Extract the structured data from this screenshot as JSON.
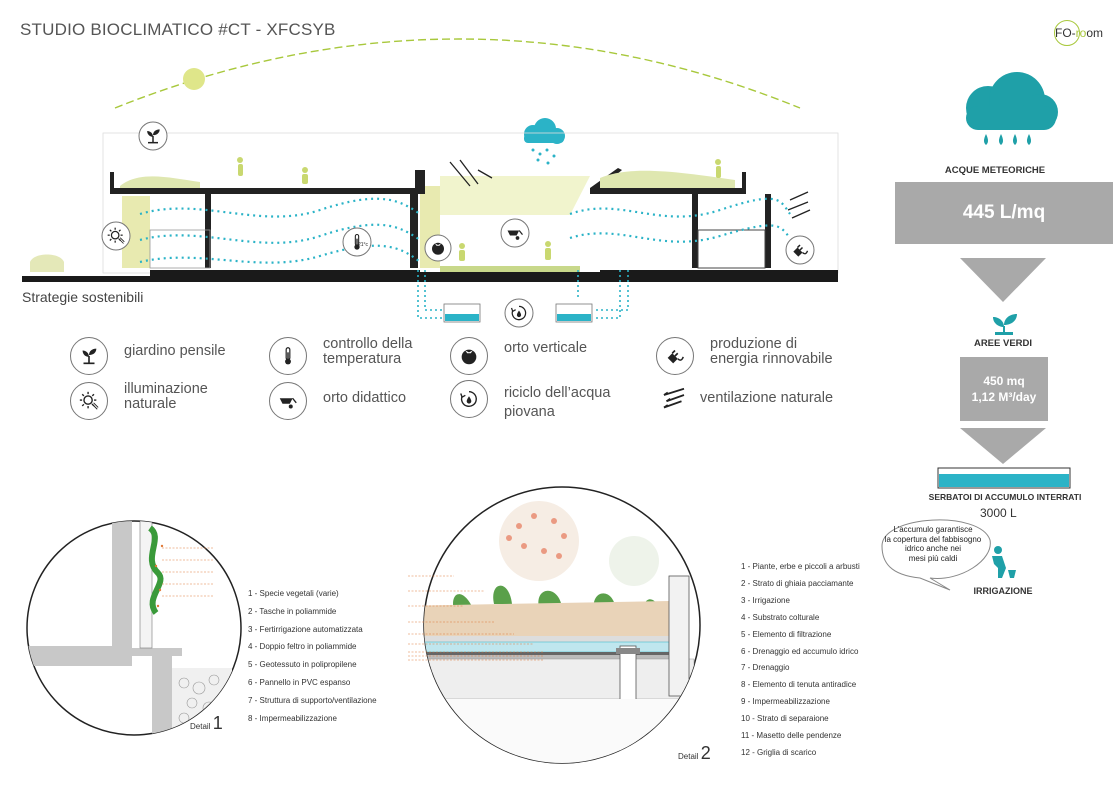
{
  "header": {
    "title": "STUDIO BIOCLIMATICO  #CT - XFCSYB",
    "logo_text_a": "FO-",
    "logo_text_b": "ro",
    "logo_text_c": "om"
  },
  "section": {
    "label": "Strategie sostenibili",
    "thermo_text": "21°c"
  },
  "legend": [
    {
      "icon": "plant-icon",
      "label": "giardino pensile"
    },
    {
      "icon": "thermometer-icon",
      "label": "controllo della\ntemperatura"
    },
    {
      "icon": "tomato-icon",
      "label": "orto verticale"
    },
    {
      "icon": "energy-plug-icon",
      "label": "produzione di\nenergia rinnovabile"
    },
    {
      "icon": "sun-icon",
      "label": "illuminazione\nnaturale"
    },
    {
      "icon": "wheelbarrow-icon",
      "label": "orto didattico"
    },
    {
      "icon": "water-recycle-icon",
      "label": "riciclo dell’acqua\npiovana"
    },
    {
      "icon": "wind-icon",
      "label": "ventilazione naturale"
    }
  ],
  "flow": {
    "rain_label": "ACQUE METEORICHE",
    "rain_value": "445 L/mq",
    "green_label": "AREE VERDI",
    "green_value_1": "450 mq",
    "green_value_2": "1,12 M³/day",
    "tank_label": "SERBATOI DI ACCUMULO INTERRATI",
    "tank_value": "3000 L",
    "bubble_text": "L’accumulo garantisce\nla copertura del  fabbisogno\nidrico anche nei\nmesi più caldi",
    "irrigation_label": "IRRIGAZIONE"
  },
  "detail1": {
    "label": "Detail",
    "number": "1",
    "items": [
      "1 - Specie vegetali (varie)",
      "2 - Tasche in poliammide",
      "3 - Fertirrigazione automatizzata",
      "4 - Doppio feltro in poliammide",
      "5 - Geotessuto in polipropilene",
      "6 - Pannello in PVC espanso",
      "7 - Struttura di supporto/ventilazione",
      "8 - Impermeabilizzazione"
    ]
  },
  "detail2": {
    "label": "Detail",
    "number": "2",
    "items": [
      "1 - Piante, erbe e piccoli a arbusti",
      "2 - Strato di ghiaia pacciamante",
      "3 - Irrigazione",
      "4 - Substrato colturale",
      "5 - Elemento di filtrazione",
      "6 - Drenaggio ed accumulo idrico",
      "7 - Drenaggio",
      "8 - Elemento di tenuta antiradice",
      "9 - Impermeabilizzazione",
      "10 - Strato di separaione",
      "11 - Masetto delle pendenze",
      "12 - Griglia di scarico"
    ]
  },
  "colors": {
    "water": "#2bb3c7",
    "green": "#a8c83c",
    "gray": "#a9a9a9",
    "teal_icon": "#1fa0a8"
  }
}
